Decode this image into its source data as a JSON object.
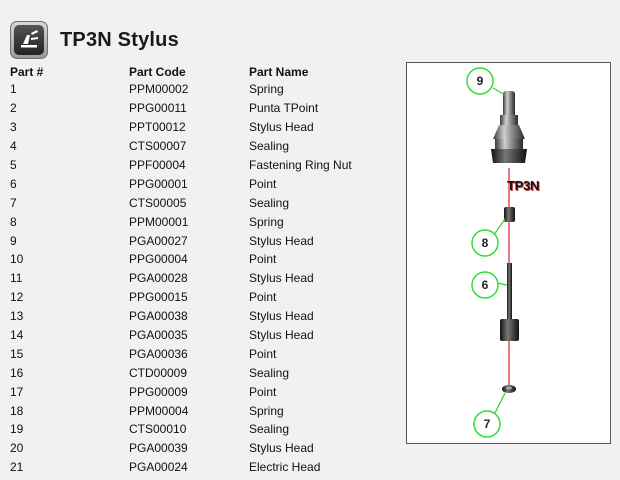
{
  "header": {
    "title": "TP3N Stylus",
    "icon": "stylus-app-icon"
  },
  "table": {
    "columns": [
      "Part #",
      "Part Code",
      "Part Name"
    ],
    "rows": [
      [
        "1",
        "PPM00002",
        "Spring"
      ],
      [
        "2",
        "PPG00011",
        "Punta TPoint"
      ],
      [
        "3",
        "PPT00012",
        "Stylus Head"
      ],
      [
        "4",
        "CTS00007",
        "Sealing"
      ],
      [
        "5",
        "PPF00004",
        "Fastening Ring Nut"
      ],
      [
        "6",
        "PPG00001",
        "Point"
      ],
      [
        "7",
        "CTS00005",
        "Sealing"
      ],
      [
        "8",
        "PPM00001",
        "Spring"
      ],
      [
        "9",
        "PGA00027",
        "Stylus Head"
      ],
      [
        "10",
        "PPG00004",
        "Point"
      ],
      [
        "11",
        "PGA00028",
        "Stylus Head"
      ],
      [
        "12",
        "PPG00015",
        "Point"
      ],
      [
        "13",
        "PGA00038",
        "Stylus Head"
      ],
      [
        "14",
        "PGA00035",
        "Stylus Head"
      ],
      [
        "15",
        "PGA00036",
        "Point"
      ],
      [
        "16",
        "CTD00009",
        "Sealing"
      ],
      [
        "17",
        "PPG00009",
        "Point"
      ],
      [
        "18",
        "PPM00004",
        "Spring"
      ],
      [
        "19",
        "CTS00010",
        "Sealing"
      ],
      [
        "20",
        "PGA00039",
        "Stylus Head"
      ],
      [
        "21",
        "PGA00024",
        "Electric Head"
      ]
    ]
  },
  "diagram": {
    "brand_label": "TP3N",
    "callouts": [
      {
        "label": "9",
        "part": "stylus-head"
      },
      {
        "label": "8",
        "part": "spring"
      },
      {
        "label": "6",
        "part": "point"
      },
      {
        "label": "7",
        "part": "sealing"
      }
    ],
    "colors": {
      "callout_ring": "#33dd33",
      "axis_line": "#dd2222",
      "leader": "#33cc33"
    }
  }
}
